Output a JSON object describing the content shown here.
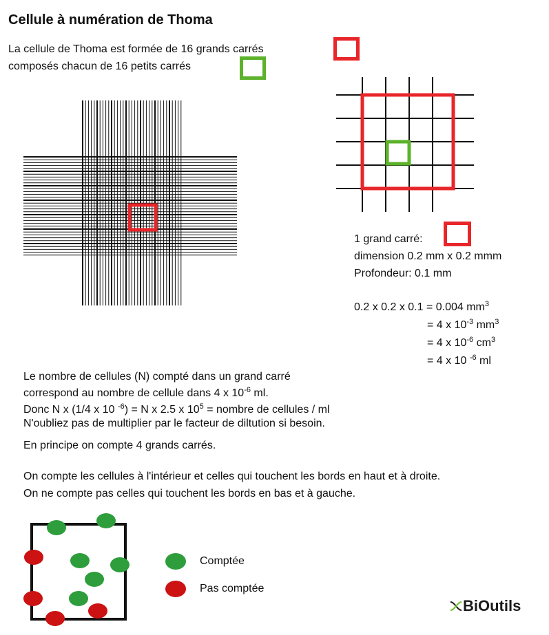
{
  "title": "Cellule à numération de Thoma",
  "intro": {
    "line1": "La cellule  de Thoma est formée de 16 grands carrés",
    "line2": " composés chacun de 16 petits carrés"
  },
  "big_square": {
    "label": "1 grand carré:",
    "dimension": "dimension 0.2 mm x 0.2 mmm",
    "depth": "Profondeur:  0.1 mm"
  },
  "calc": {
    "l1_main": "0.2 x 0.2 x 0.1 = 0.004 mm",
    "l1_sup": "3",
    "l2_a": "= 4 x 10",
    "l2_sup1": "-3",
    "l2_b": " mm",
    "l2_sup2": "3",
    "l3_a": "= 4 x 10",
    "l3_sup1": "-6",
    "l3_b": " cm",
    "l3_sup2": "3",
    "l4_a": "= 4 x 10 ",
    "l4_sup": "-6",
    "l4_b": " ml"
  },
  "explanation": {
    "p1": "Le nombre de cellules (N) compté dans un grand carré",
    "p2_a": "correspond au nombre de cellule dans  4 x 10",
    "p2_sup": "-6",
    "p2_b": " ml.",
    "p3_a": "Donc N x (1/4 x 10 ",
    "p3_sup1": "-6",
    "p3_b": ") = N x 2.5 x 10",
    "p3_sup2": "5",
    "p3_c": " = nombre de cellules / ml",
    "p4": "N'oubliez pas de multiplier par le facteur de diltution si besoin.",
    "p5": "En principe on compte 4 grands carrés.",
    "p6": "On compte les cellules à l'intérieur et celles qui touchent les bords en haut et à droite.",
    "p7": "On ne compte pas celles qui touchent les bords en bas et à gauche."
  },
  "legend": {
    "counted": "Comptée",
    "not_counted": "Pas comptée"
  },
  "logo": "BiOutils",
  "colors": {
    "red": "#e8262a",
    "green": "#5cb22a",
    "dot_green": "#2e9d3c",
    "dot_red": "#cc1212"
  }
}
